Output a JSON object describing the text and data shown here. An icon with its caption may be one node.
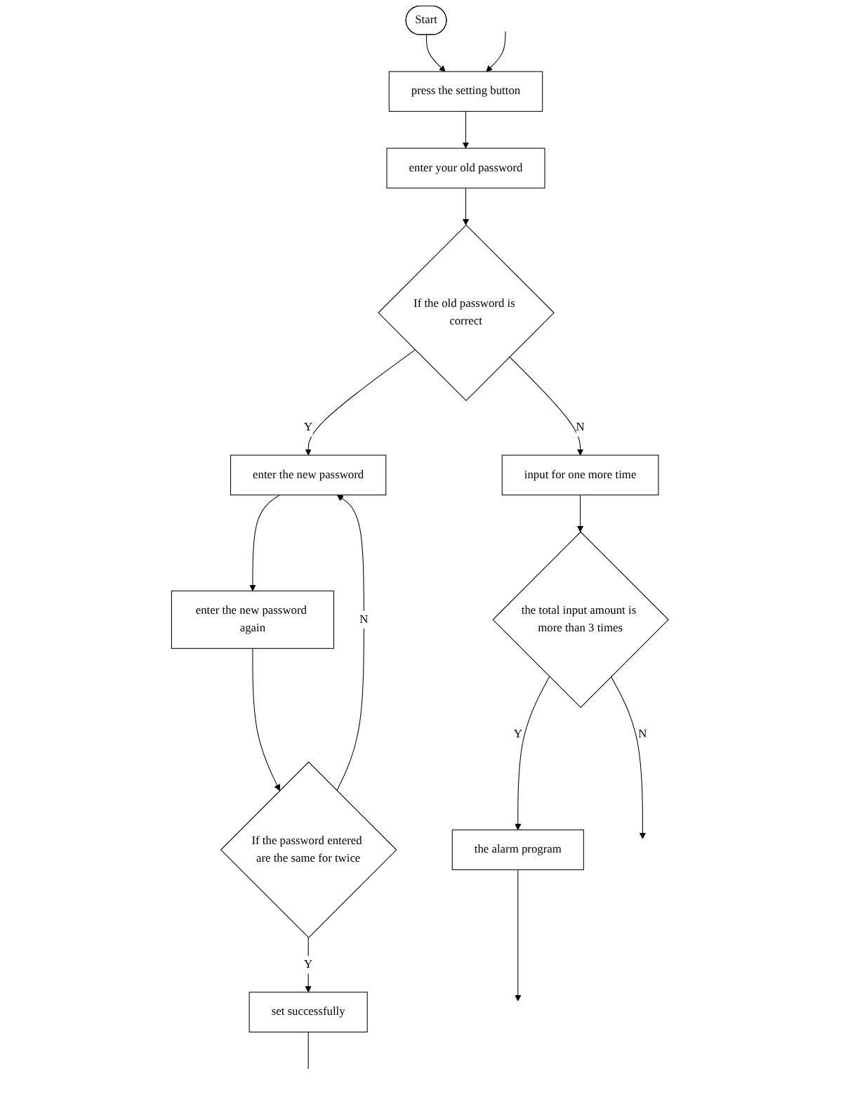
{
  "diagram": {
    "nodes": [
      {
        "text": [
          "Start"
        ]
      },
      {
        "text": [
          "press the setting button"
        ]
      },
      {
        "text": [
          "enter your old password"
        ]
      },
      {
        "text": [
          "If the old password is correct"
        ]
      },
      {
        "text": [
          "input for one more time"
        ]
      },
      {
        "text": [
          "the total input amount is more than 3 times"
        ]
      },
      {
        "text": [
          "the alarm program"
        ]
      },
      {
        "text": [
          "enter the new password"
        ]
      },
      {
        "text": [
          "enter the new password again"
        ]
      },
      {
        "text": [
          "If the password entered are the same for twice"
        ]
      },
      {
        "text": [
          "set successfully"
        ]
      }
    ],
    "edges": [
      {
        "from": 0,
        "to": 1,
        "arrow": "to"
      },
      {
        "from": null,
        "to": 1,
        "arrow": "to"
      },
      {
        "from": 1,
        "to": 2,
        "arrow": "to"
      },
      {
        "from": 2,
        "to": 3,
        "arrow": "to"
      },
      {
        "from": 3,
        "to": 4,
        "arrow": "to",
        "label": "N"
      },
      {
        "from": 3,
        "to": 7,
        "arrow": "to",
        "label": "Y"
      },
      {
        "from": 4,
        "to": 5,
        "arrow": "to"
      },
      {
        "from": 5,
        "to": null,
        "arrow": "to",
        "label": "N"
      },
      {
        "from": 5,
        "to": 6,
        "arrow": "to",
        "label": "Y"
      },
      {
        "from": 6,
        "to": null,
        "arrow": "to"
      },
      {
        "from": 7,
        "to": 8,
        "arrow": "to"
      },
      {
        "from": 8,
        "to": 9,
        "arrow": "to"
      },
      {
        "from": 9,
        "to": 7,
        "arrow": "to",
        "label": "N"
      },
      {
        "from": 9,
        "to": 10,
        "arrow": "to",
        "label": "Y"
      },
      {
        "from": 10,
        "to": null,
        "arrow": "none"
      }
    ]
  }
}
